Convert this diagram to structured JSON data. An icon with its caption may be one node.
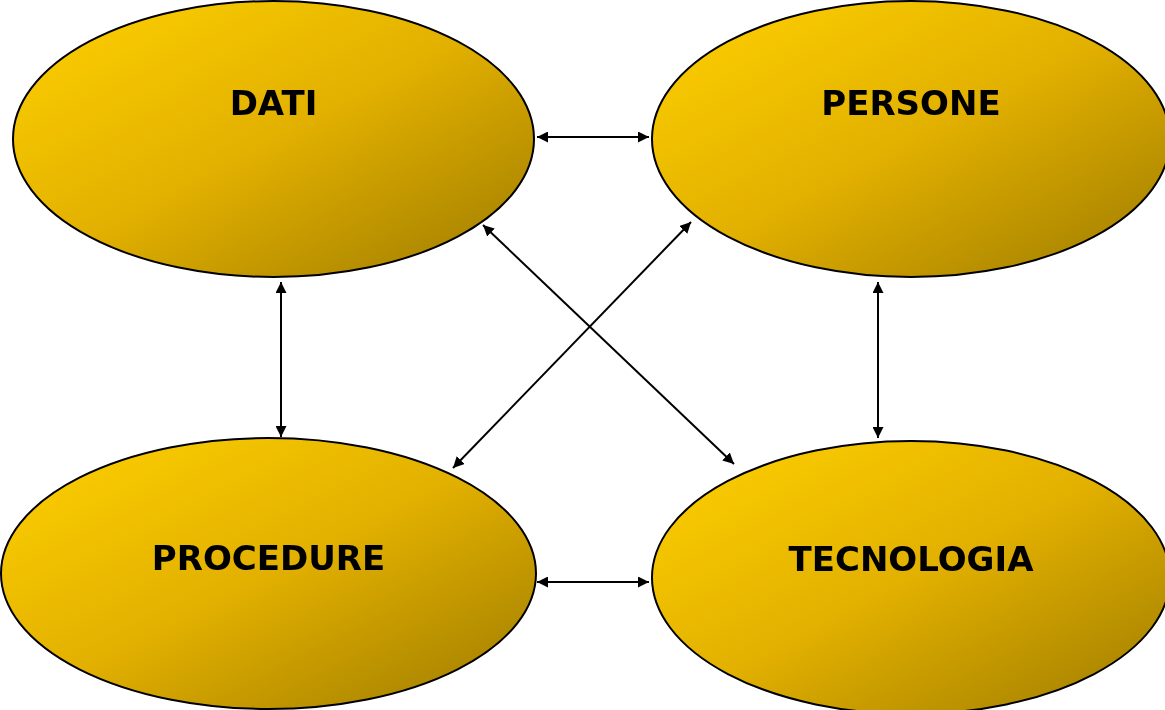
{
  "diagram": {
    "nodes": [
      {
        "text": [
          "DATI"
        ]
      },
      {
        "text": [
          "PERSONE"
        ]
      },
      {
        "text": [
          "PROCEDURE"
        ]
      },
      {
        "text": [
          "TECNOLOGIA"
        ]
      }
    ],
    "edges": [
      {
        "from": 0,
        "to": 1,
        "arrow": "both"
      },
      {
        "from": 0,
        "to": 2,
        "arrow": "both"
      },
      {
        "from": 1,
        "to": 3,
        "arrow": "both"
      },
      {
        "from": 0,
        "to": 3,
        "arrow": "both"
      },
      {
        "from": 1,
        "to": 2,
        "arrow": "both"
      },
      {
        "from": 2,
        "to": 3,
        "arrow": "both"
      }
    ]
  }
}
